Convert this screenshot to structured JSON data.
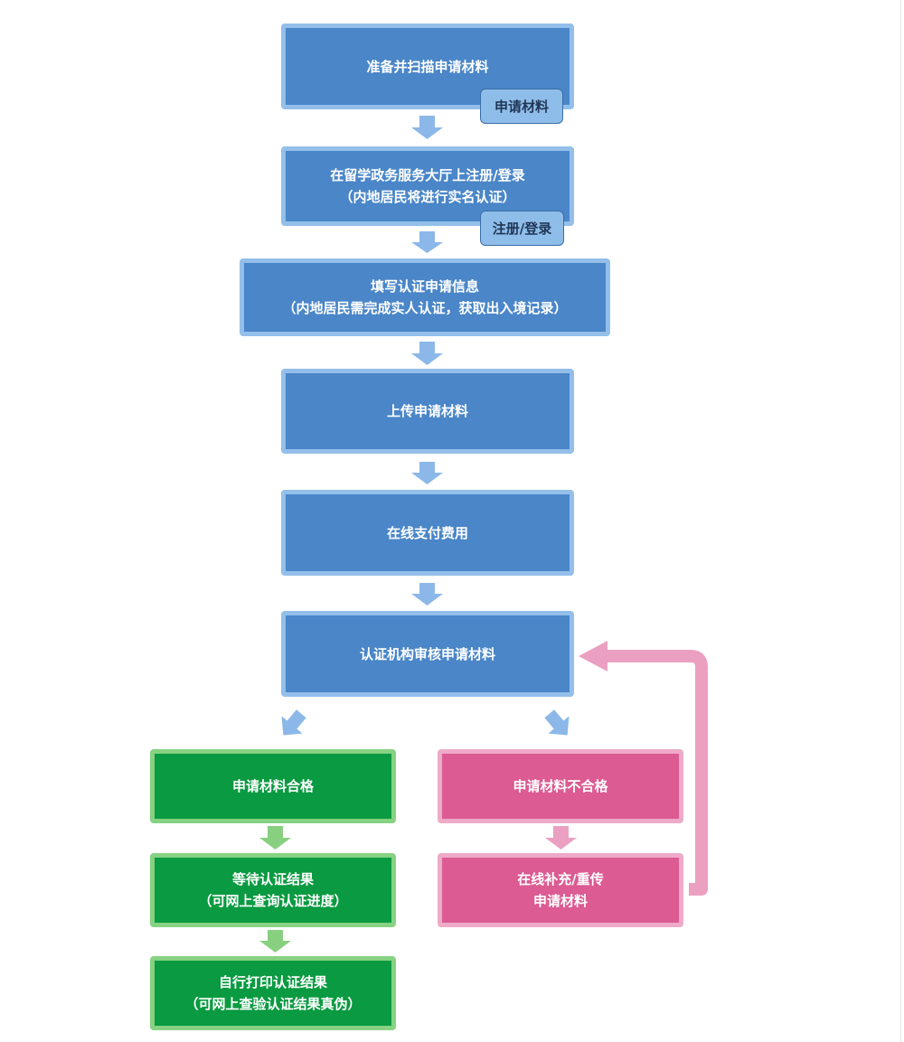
{
  "steps": {
    "prepare": {
      "lines": [
        "准备并扫描申请材料"
      ],
      "tag": "申请材料"
    },
    "register": {
      "lines": [
        "在留学政务服务大厅上注册/登录",
        "（内地居民将进行实名认证）"
      ],
      "tag": "注册/登录"
    },
    "fill_info": {
      "lines": [
        "填写认证申请信息",
        "（内地居民需完成实人认证，获取出入境记录）"
      ]
    },
    "upload": {
      "lines": [
        "上传申请材料"
      ]
    },
    "pay": {
      "lines": [
        "在线支付费用"
      ]
    },
    "review": {
      "lines": [
        "认证机构审核申请材料"
      ]
    }
  },
  "pass_branch": {
    "qualified": {
      "lines": [
        "申请材料合格"
      ]
    },
    "wait": {
      "lines": [
        "等待认证结果",
        "（可网上查询认证进度）"
      ]
    },
    "print": {
      "lines": [
        "自行打印认证结果",
        "（可网上查验认证结果真伪）"
      ]
    }
  },
  "fail_branch": {
    "unqualified": {
      "lines": [
        "申请材料不合格"
      ]
    },
    "resubmit": {
      "lines": [
        "在线补充/重传",
        "申请材料"
      ]
    }
  },
  "colors": {
    "step_fill": "#4a86c8",
    "step_border": "#93bfea",
    "arrow_blue": "#8bb8e8",
    "pass_fill": "#0a9a41",
    "pass_border": "#86d282",
    "arrow_green": "#88d07f",
    "fail_fill": "#db5b92",
    "fail_border": "#eeaac9",
    "arrow_pink": "#eba0c1"
  }
}
